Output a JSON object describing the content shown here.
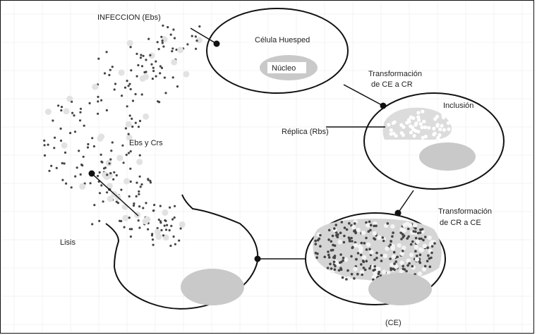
{
  "labels": {
    "infection": "INFECCION (Ebs)",
    "host_cell": "Célula Huesped",
    "nucleus": "Núcleo",
    "transform_ce_cr_1": "Transformación",
    "transform_ce_cr_2": "de CE a CR",
    "inclusion": "Inclusión",
    "replica": "Réplica (Rbs)",
    "ebs_crs": "Ebs y Crs",
    "transform_cr_ce_1": "Transformación",
    "transform_cr_ce_2": "de CR a CE",
    "lysis": "Lisis",
    "ce": "(CE)"
  },
  "colors": {
    "outline": "#111111",
    "particle_dark": "#444444",
    "particle_light": "#e2e2e2",
    "nucleus_fill": "#c9c9c9",
    "inclusion_fill": "#dcdcdc",
    "grid": "#f3f3f3"
  }
}
